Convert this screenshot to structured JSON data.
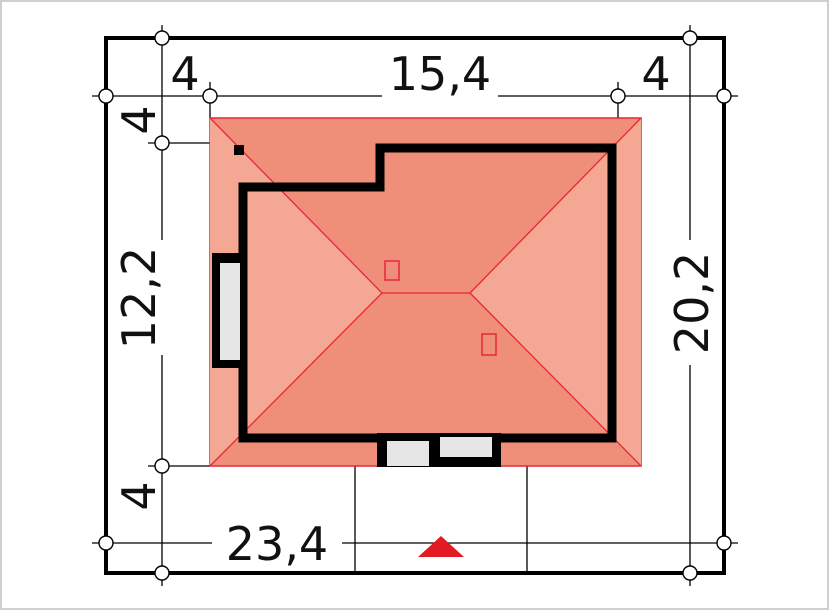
{
  "plot": {
    "dimensions": {
      "left_setback": "4",
      "house_width": "15,4",
      "right_setback": "4",
      "top_setback": "4",
      "house_depth": "12,2",
      "bottom_setback": "4",
      "plot_width": "23,4",
      "plot_depth": "20,2"
    }
  },
  "colors": {
    "roof_main": "#ef8f7a",
    "roof_light": "#f4a893",
    "roof_edge": "#e8263a",
    "wall": "#000000",
    "window_glass": "#e6e6e6",
    "entrance_marker": "#e21b23",
    "dimension_line": "#000000"
  },
  "icons": {
    "entrance": "entrance-arrow-icon"
  }
}
